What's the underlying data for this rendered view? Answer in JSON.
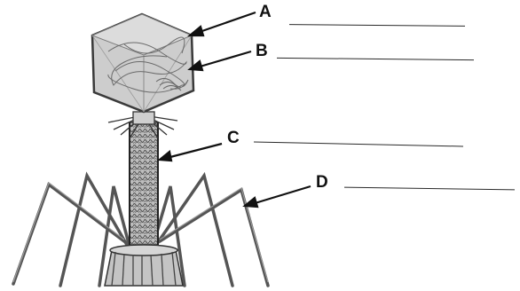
{
  "diagram": {
    "labels": [
      {
        "id": "A",
        "text": "A"
      },
      {
        "id": "B",
        "text": "B"
      },
      {
        "id": "C",
        "text": "C"
      },
      {
        "id": "D",
        "text": "D"
      }
    ]
  }
}
